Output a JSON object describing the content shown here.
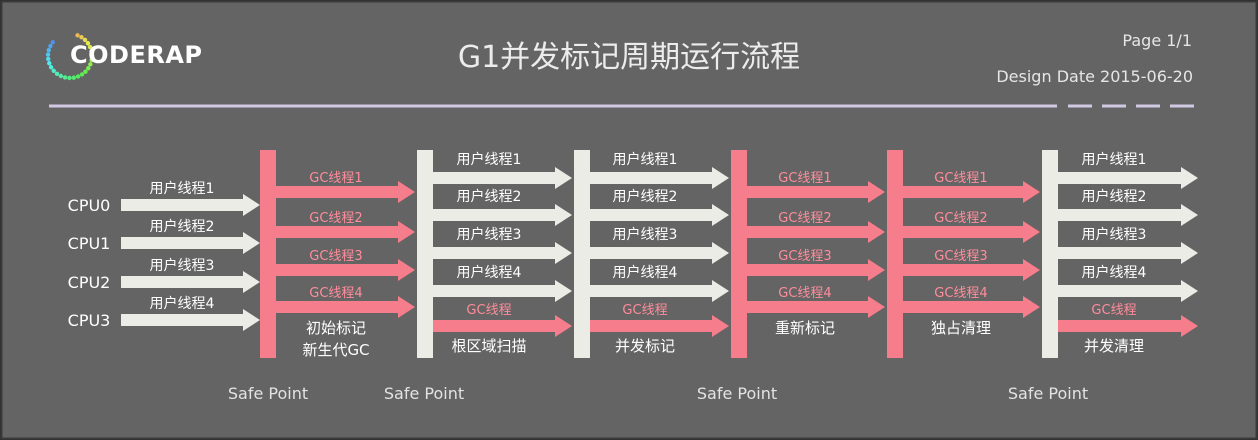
{
  "header": {
    "logo_text": "CODERAP",
    "title": "G1并发标记周期运行流程",
    "page": "Page 1/1",
    "design_date": "Design Date 2015-06-20"
  },
  "colors": {
    "background": "#646464",
    "white_bar": "#ecece6",
    "pink_bar": "#f57d8c",
    "pink_text": "#ff8d9b",
    "text": "#ffffff",
    "muted_text": "#e3e3e3",
    "divider": "#cfc9e2"
  },
  "cpus": [
    "CPU0",
    "CPU1",
    "CPU2",
    "CPU3"
  ],
  "stage1": {
    "threads": [
      "用户线程1",
      "用户线程2",
      "用户线程3",
      "用户线程4"
    ]
  },
  "stage2": {
    "threads": [
      "GC线程1",
      "GC线程2",
      "GC线程3",
      "GC线程4"
    ],
    "caption_line1": "初始标记",
    "caption_line2": "新生代GC"
  },
  "stage3": {
    "threads": [
      "用户线程1",
      "用户线程2",
      "用户线程3",
      "用户线程4"
    ],
    "gc_thread": "GC线程",
    "caption": "根区域扫描"
  },
  "stage4": {
    "threads": [
      "用户线程1",
      "用户线程2",
      "用户线程3",
      "用户线程4"
    ],
    "gc_thread": "GC线程",
    "caption": "并发标记"
  },
  "stage5": {
    "threads": [
      "GC线程1",
      "GC线程2",
      "GC线程3",
      "GC线程4"
    ],
    "caption": "重新标记"
  },
  "stage6": {
    "threads": [
      "GC线程1",
      "GC线程2",
      "GC线程3",
      "GC线程4"
    ],
    "caption": "独占清理"
  },
  "stage7": {
    "threads": [
      "用户线程1",
      "用户线程2",
      "用户线程3",
      "用户线程4"
    ],
    "gc_thread": "GC线程",
    "caption": "并发清理"
  },
  "safe_points": [
    "Safe Point",
    "Safe Point",
    "Safe Point",
    "Safe Point"
  ]
}
